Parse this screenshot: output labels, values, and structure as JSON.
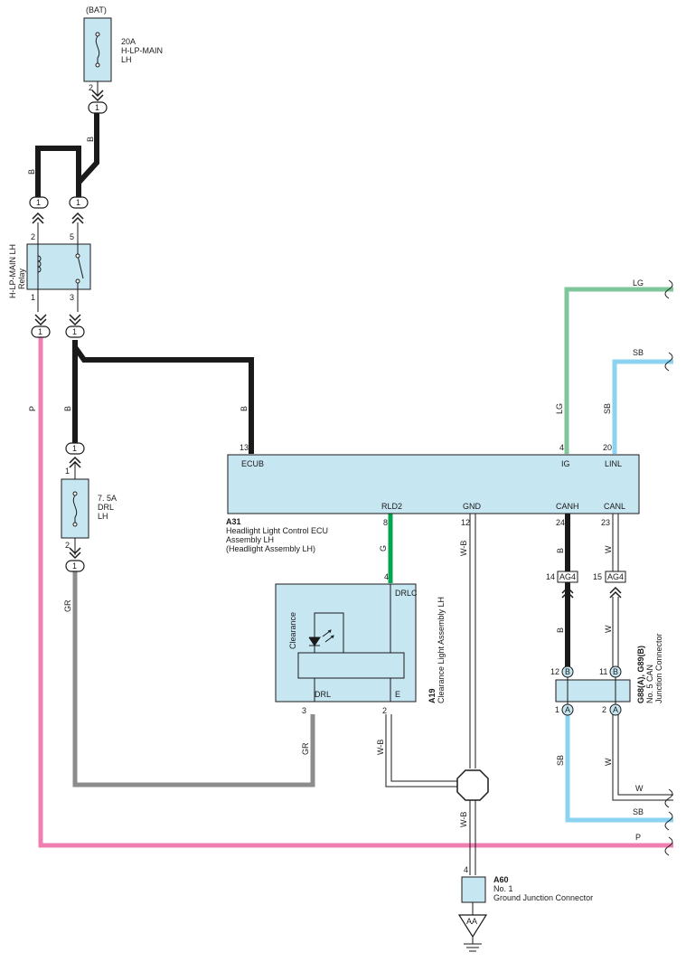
{
  "colors": {
    "black": "#1a1a1a",
    "pink": "#ef7fb0",
    "gray": "#8c8c8c",
    "green": "#00a651",
    "light_green": "#7fc79a",
    "sky_blue": "#8cd3f2",
    "component_fill": "#c6e6f2"
  },
  "fuse_main": {
    "source": "(BAT)",
    "rating": "20A",
    "name": "H-LP-MAIN",
    "side": "LH",
    "pin": "2"
  },
  "relay": {
    "name": "H-LP-MAIN LH",
    "type": "Relay",
    "pins": [
      "2",
      "5",
      "1",
      "3"
    ]
  },
  "fuse_drl": {
    "rating": "7. 5A",
    "name": "DRL",
    "side": "LH",
    "pin_top": "1",
    "pin_bottom": "2"
  },
  "ecu": {
    "code": "A31",
    "name1": "Headlight Light Control ECU",
    "name2": "Assembly LH",
    "name3": "(Headlight Assembly LH)",
    "terms": {
      "ecub": "ECUB",
      "ig": "IG",
      "linl": "LINL",
      "rld2": "RLD2",
      "gnd": "GND",
      "canh": "CANH",
      "canl": "CANL"
    },
    "pins": {
      "ecub": "13",
      "ig": "4",
      "linl": "20",
      "rld2": "8",
      "gnd": "12",
      "canh": "24",
      "canl": "23"
    }
  },
  "clearance": {
    "code": "A19",
    "name": "Clearance Light Assembly LH",
    "label": "Clearance",
    "terms": {
      "drlc": "DRLC",
      "drl": "DRL",
      "e": "E"
    },
    "pins": {
      "drlc": "4",
      "drl": "3",
      "e": "2"
    }
  },
  "can_jc": {
    "code": "G88(A), G89(B)",
    "name1": "No. 5 CAN",
    "name2": "Junction Connector",
    "pins": {
      "b_left": "12",
      "b_right": "11",
      "a_left": "1",
      "a_right": "2"
    },
    "letters": {
      "b": "B",
      "a": "A"
    }
  },
  "ag4": {
    "label": "AG4",
    "pin_left": "14",
    "pin_right": "15"
  },
  "ground_jc": {
    "code": "A60",
    "name1": "No. 1",
    "name2": "Ground Junction Connector",
    "pin": "4",
    "ground": "AA"
  },
  "connector_number": "1",
  "wires": {
    "b": "B",
    "p": "P",
    "gr": "GR",
    "g": "G",
    "wb": "W-B",
    "lg": "LG",
    "sb": "SB",
    "w": "W"
  }
}
